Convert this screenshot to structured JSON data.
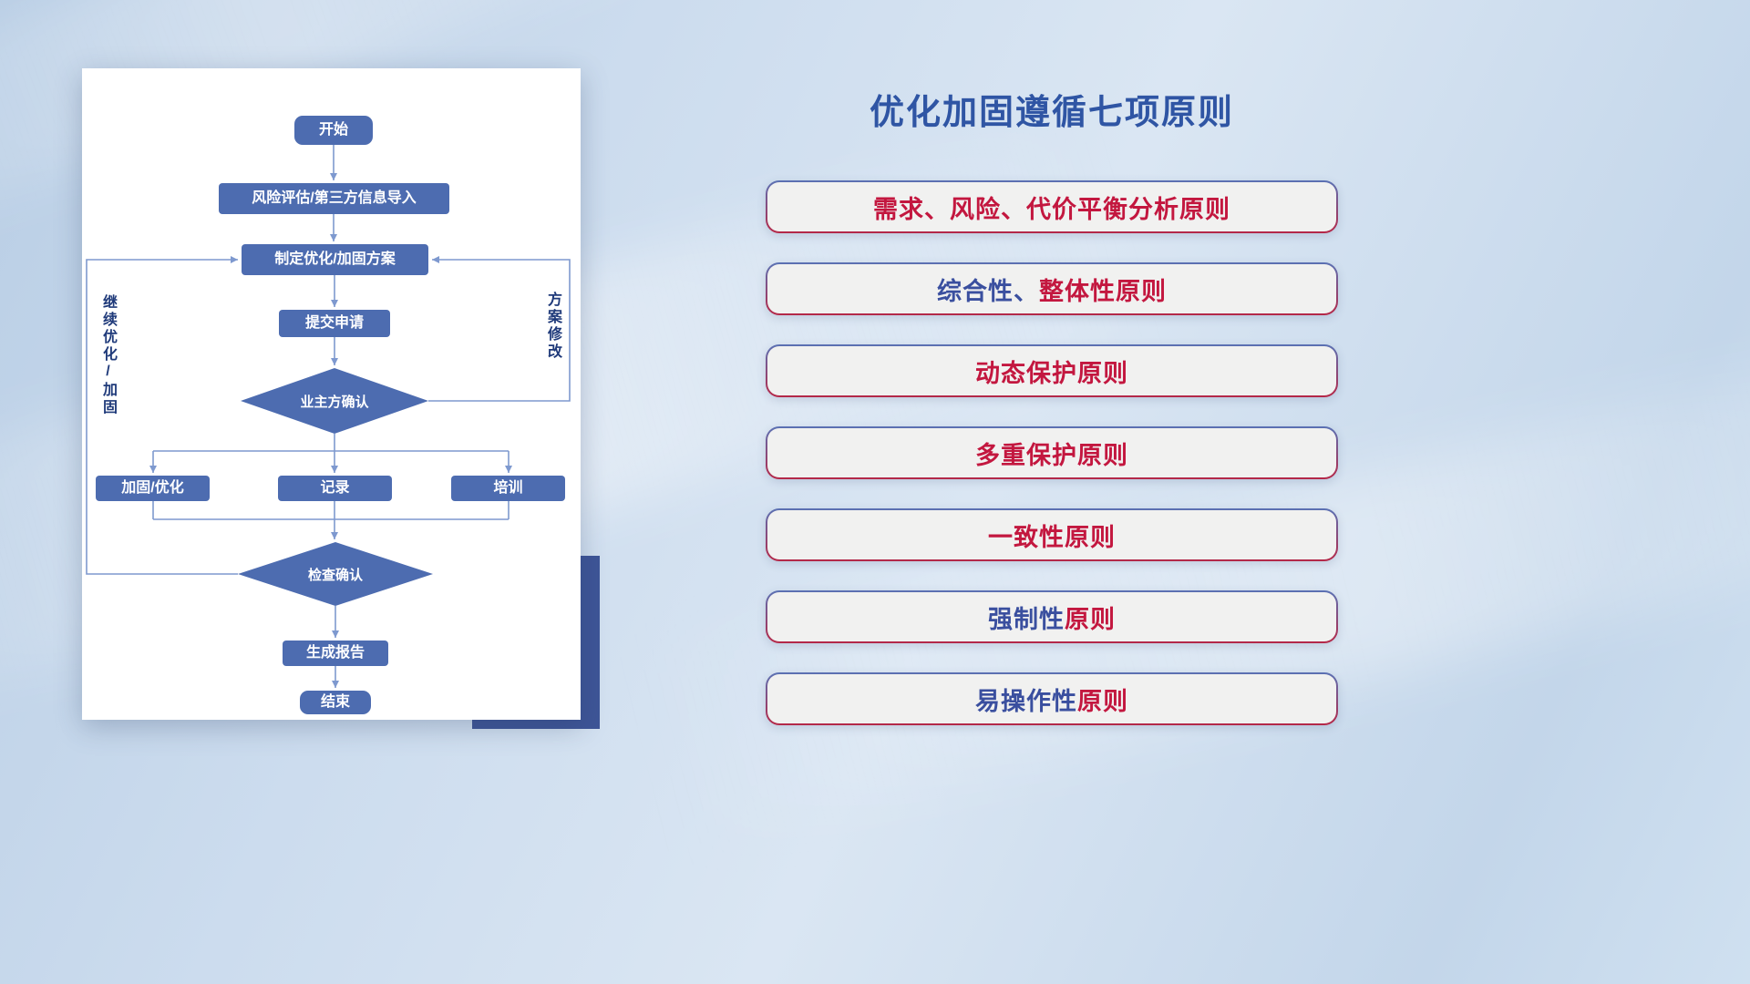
{
  "flowchart": {
    "node_color": "#4d6cb0",
    "line_color": "#7e99cf",
    "nodes": {
      "start": "开始",
      "risk": "风险评估/第三方信息导入",
      "plan": "制定优化/加固方案",
      "submit": "提交申请",
      "owner_confirm": "业主方确认",
      "reinforce": "加固/优化",
      "record": "记录",
      "training": "培训",
      "check_confirm": "检查确认",
      "report": "生成报告",
      "end": "结束"
    },
    "loop_labels": {
      "left": "继续优化/加固",
      "right": "方案修改"
    }
  },
  "panel": {
    "title": "优化加固遵循七项原则",
    "title_color": "#2f55a4",
    "pill_border_top": "#5a71b4",
    "pill_border_bottom": "#b52747",
    "principles": [
      {
        "segments": [
          {
            "text": "需求、风险、代价平衡分析原则",
            "color": "#c3173f"
          }
        ]
      },
      {
        "segments": [
          {
            "text": "综合性、",
            "color": "#3a4f9f"
          },
          {
            "text": "整体性原则",
            "color": "#c3173f"
          }
        ]
      },
      {
        "segments": [
          {
            "text": "动态保护原则",
            "color": "#c3173f"
          }
        ]
      },
      {
        "segments": [
          {
            "text": "多重保护原则",
            "color": "#c3173f"
          }
        ]
      },
      {
        "segments": [
          {
            "text": "一致性原则",
            "color": "#c3173f"
          }
        ]
      },
      {
        "segments": [
          {
            "text": "强制性",
            "color": "#3a4f9f"
          },
          {
            "text": "原则",
            "color": "#c3173f"
          }
        ]
      },
      {
        "segments": [
          {
            "text": "易操作性",
            "color": "#3a4f9f"
          },
          {
            "text": "原则",
            "color": "#c3173f"
          }
        ]
      }
    ]
  }
}
